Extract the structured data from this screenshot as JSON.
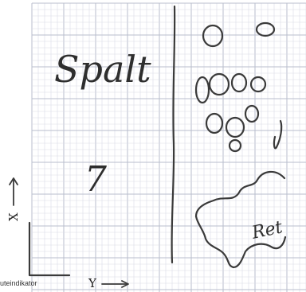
{
  "notes": {
    "left_word": "Spalt",
    "left_mark": "7",
    "right_word": "Ret"
  },
  "axes": {
    "x_label": "X",
    "y_label": "Y"
  },
  "caption": "uteindikator",
  "colors": {
    "grid_minor": "#d9dce6",
    "grid_major": "#b9bdcc",
    "ink": "#3a3a3a"
  }
}
